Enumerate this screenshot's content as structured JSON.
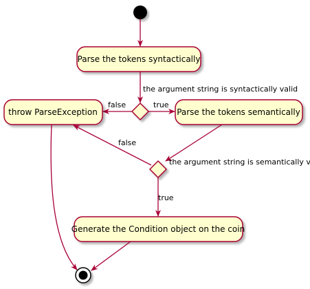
{
  "diagram": {
    "type": "activity-diagram",
    "colors": {
      "activity_fill": "#FEFECE",
      "border": "#A80036",
      "arrow": "#A80036",
      "node": "#000000",
      "text": "#000000"
    },
    "nodes": {
      "start": "start-node",
      "parse_syntactic": "Parse the tokens syntactically",
      "parse_semantic": "Parse the tokens semantically",
      "throw_exception": "throw ParseException",
      "generate_condition": "Generate the Condition object on the coin",
      "end": "end-node"
    },
    "decisions": {
      "syntactic_check": "the argument string is syntactically valid",
      "semantic_check": "the argument string is semantically valid"
    },
    "edge_labels": {
      "syntactic_false": "false",
      "syntactic_true": "true",
      "semantic_false": "false",
      "semantic_true": "true"
    }
  }
}
